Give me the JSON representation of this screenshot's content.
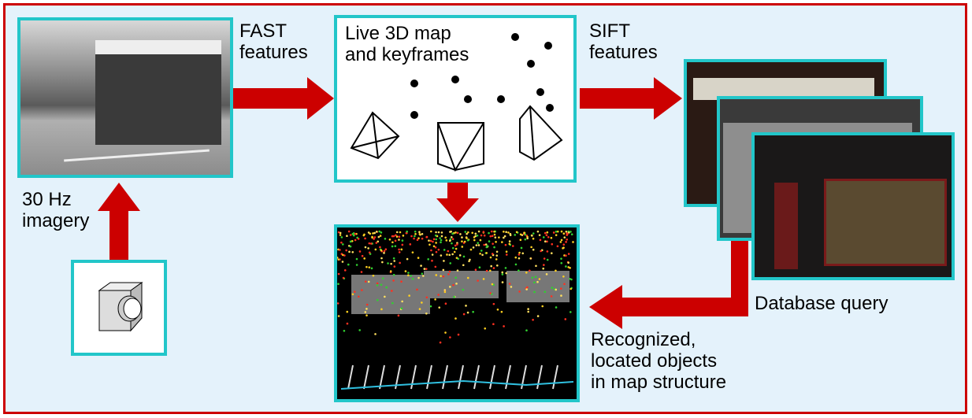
{
  "labels": {
    "fast": "FAST\nfeatures",
    "live_map": "Live 3D map\nand keyframes",
    "sift": "SIFT\nfeatures",
    "imagery": "30 Hz\nimagery",
    "database_query": "Database query",
    "recognized": "Recognized,\nlocated objects\nin map structure"
  },
  "colors": {
    "arrow": "#cc0000",
    "frame_border": "#cc0000",
    "box_border": "#22c6c9",
    "background": "#e4f2fb"
  }
}
